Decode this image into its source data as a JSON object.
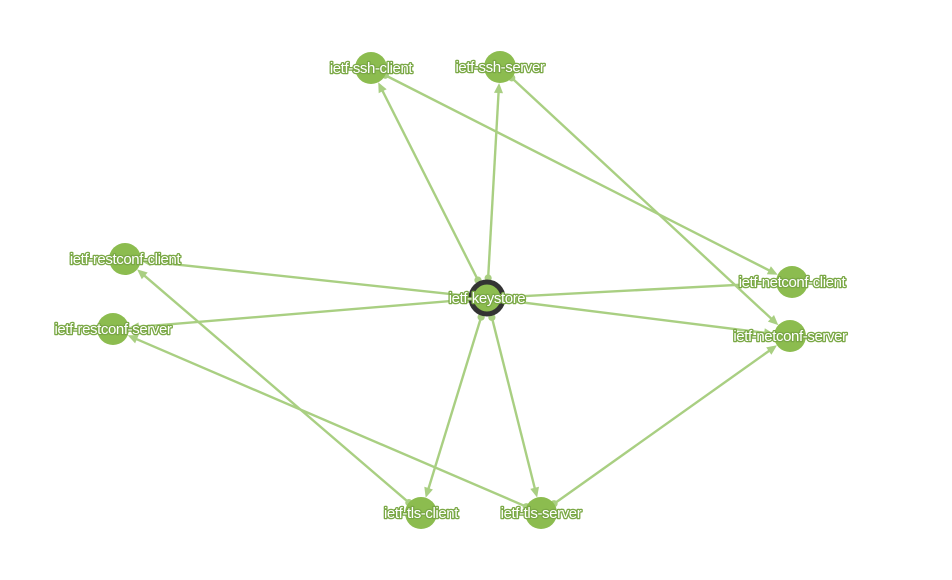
{
  "graph": {
    "center": "ietf-keystore",
    "colors": {
      "edge": "#a9cf82",
      "node": "#8cbc4f",
      "center_ring": "#333333",
      "label_fill": "#ffffff",
      "label_outline": "#7aa845"
    },
    "nodes": [
      {
        "id": "ietf-keystore",
        "label": "ietf-keystore",
        "center": true
      },
      {
        "id": "ietf-ssh-client",
        "label": "ietf-ssh-client"
      },
      {
        "id": "ietf-ssh-server",
        "label": "ietf-ssh-server"
      },
      {
        "id": "ietf-restconf-client",
        "label": "ietf-restconf-client"
      },
      {
        "id": "ietf-restconf-server",
        "label": "ietf-restconf-server"
      },
      {
        "id": "ietf-netconf-client",
        "label": "ietf-netconf-client"
      },
      {
        "id": "ietf-netconf-server",
        "label": "ietf-netconf-server"
      },
      {
        "id": "ietf-tls-client",
        "label": "ietf-tls-client"
      },
      {
        "id": "ietf-tls-server",
        "label": "ietf-tls-server"
      }
    ],
    "edges": [
      {
        "from": "ietf-keystore",
        "to": "ietf-ssh-client"
      },
      {
        "from": "ietf-keystore",
        "to": "ietf-ssh-server"
      },
      {
        "from": "ietf-keystore",
        "to": "ietf-tls-client"
      },
      {
        "from": "ietf-keystore",
        "to": "ietf-tls-server"
      },
      {
        "from": "ietf-keystore",
        "to": "ietf-restconf-client"
      },
      {
        "from": "ietf-keystore",
        "to": "ietf-restconf-server"
      },
      {
        "from": "ietf-keystore",
        "to": "ietf-netconf-client"
      },
      {
        "from": "ietf-keystore",
        "to": "ietf-netconf-server"
      },
      {
        "from": "ietf-ssh-client",
        "to": "ietf-netconf-client"
      },
      {
        "from": "ietf-ssh-server",
        "to": "ietf-netconf-server"
      },
      {
        "from": "ietf-tls-client",
        "to": "ietf-restconf-client"
      },
      {
        "from": "ietf-tls-server",
        "to": "ietf-restconf-server"
      },
      {
        "from": "ietf-tls-server",
        "to": "ietf-netconf-server"
      }
    ]
  }
}
